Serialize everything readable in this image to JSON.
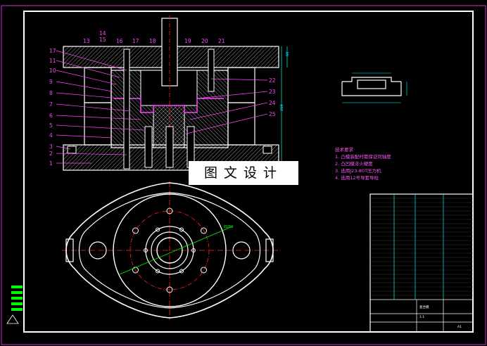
{
  "watermark": "图文设计",
  "tech_requirements": {
    "title": "技术要求",
    "items": [
      "1. 凸模装配时需保证同轴度",
      "2. 凸凹模淬火硬度",
      "3. 选用J23-80T压力机",
      "4. 选用12号导套导柱"
    ]
  },
  "part_numbers_left": [
    "17",
    "11",
    "10",
    "9",
    "8",
    "7",
    "6",
    "5",
    "4",
    "3",
    "2",
    "1"
  ],
  "part_numbers_top": [
    "14",
    "15",
    "13",
    "16",
    "17",
    "18",
    "19",
    "20",
    "21"
  ],
  "part_numbers_right": [
    "22",
    "23",
    "24",
    "25"
  ],
  "dimension_labels": {
    "height_right": "260",
    "height_upper": "60",
    "diameter": "Ø250"
  },
  "title_block": {
    "drawing_title": "复合模",
    "scale": "1:1",
    "sheet": "A1"
  },
  "colors": {
    "background": "#000000",
    "outline": "#ffffff",
    "leader": "#ff44ff",
    "centerline": "#ff2222",
    "hatch": "#ffffff",
    "dimension": "#00ffff",
    "accent_green": "#00ff00",
    "cut_line": "#00ffff"
  }
}
